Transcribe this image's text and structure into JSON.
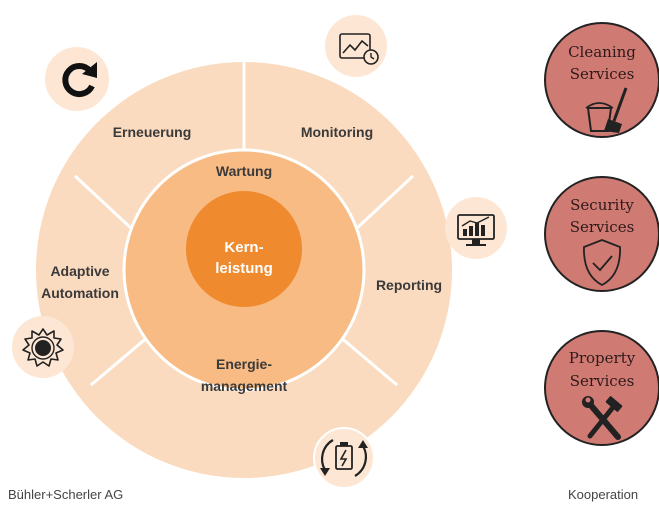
{
  "colors": {
    "outer_ring": "#fbdbbf",
    "middle_ring": "#f8bb84",
    "core": "#ef8a2e",
    "segment_divider": "#ffffff",
    "icon_bg": "#fde7d4",
    "icon_stroke": "#222222",
    "service_fill": "#cf7a72",
    "service_stroke": "#222222"
  },
  "core": {
    "line1": "Kern-",
    "line2": "leistung"
  },
  "middle": {
    "label": "Wartung"
  },
  "segments": {
    "erneuerung": "Erneuerung",
    "monitoring": "Monitoring",
    "reporting": "Reporting",
    "energie_line1": "Energie-",
    "energie_line2": "management",
    "adaptive_line1": "Adaptive",
    "adaptive_line2": "Automation"
  },
  "icons": [
    "refresh-icon",
    "monitoring-chart-icon",
    "reporting-monitor-icon",
    "gear-icon",
    "battery-cycle-icon"
  ],
  "services": [
    {
      "line1": "Cleaning",
      "line2": "Services",
      "icon": "cleaning-bucket-mop-icon"
    },
    {
      "line1": "Security",
      "line2": "Services",
      "icon": "shield-check-icon"
    },
    {
      "line1": "Property",
      "line2": "Services",
      "icon": "wrench-hammer-icon"
    }
  ],
  "footer": {
    "left": "Bühler+Scherler AG",
    "right": "Kooperation"
  }
}
